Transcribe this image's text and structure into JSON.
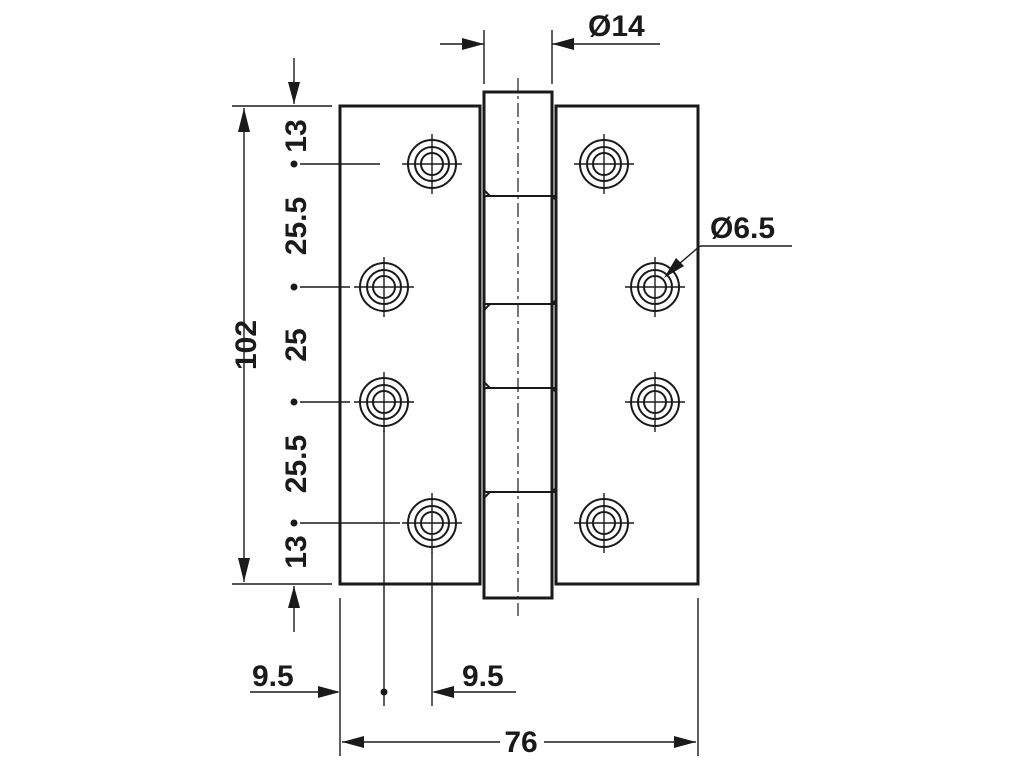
{
  "drawing": {
    "dimensions": {
      "pin_diameter": "Ø14",
      "hole_diameter": "Ø6.5",
      "total_height": "102",
      "hole_spacings": [
        "13",
        "25.5",
        "25",
        "25.5",
        "13"
      ],
      "edge_offset_left": "9.5",
      "edge_offset_right": "9.5",
      "total_width": "76"
    },
    "colors": {
      "line": "#1a1a1a",
      "background": "#ffffff"
    }
  }
}
